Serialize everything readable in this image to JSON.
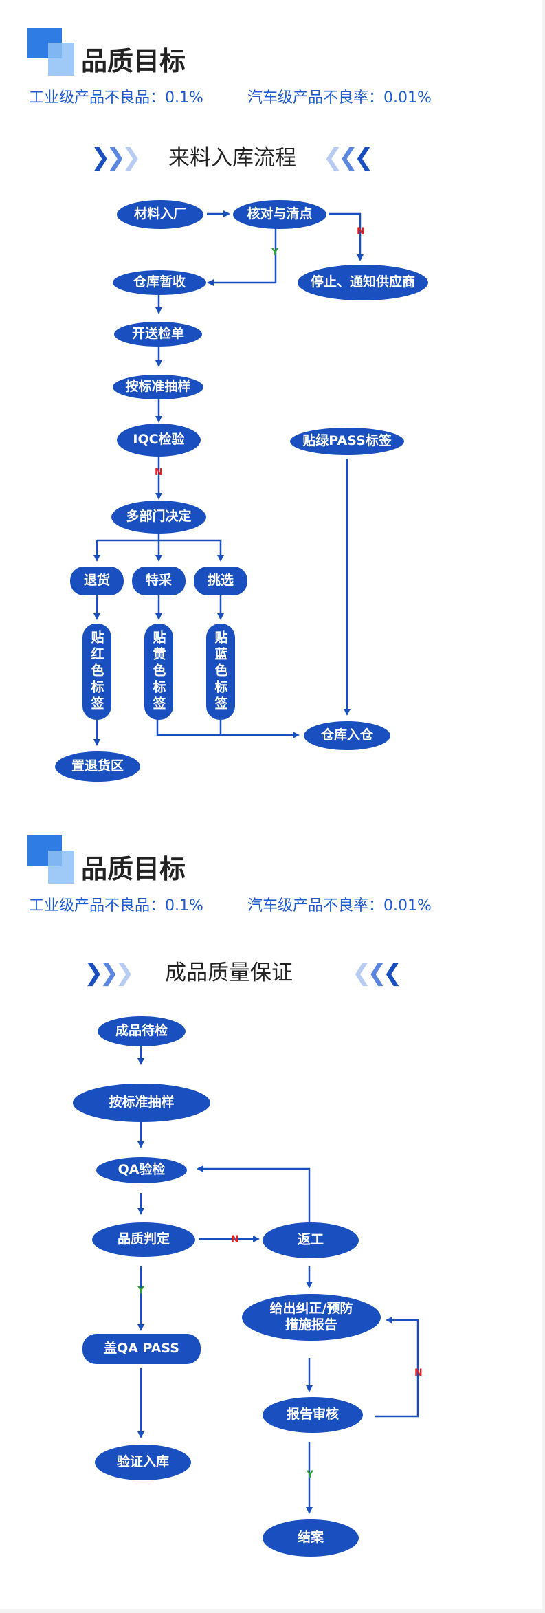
{
  "colors": {
    "node": "#1a4fc0",
    "line": "#1a4fc0",
    "yes": "#2e9e33",
    "no": "#e02020",
    "title_square": "#2f7de4",
    "title_square_light": "#8ec0f5",
    "subtitle_text": "#1f5bd0"
  },
  "section1": {
    "title": "品质目标",
    "target_industrial": "工业级产品不良品：0.1%",
    "target_auto": "汽车级产品不良率：0.01%",
    "flow_title": "来料入库流程",
    "chevrons_left": "❯❯❯",
    "chevrons_right": "❮❮❮",
    "nodes": {
      "material_in": "材料入厂",
      "check_count": "核对与清点",
      "stop_notify": "停止、通知供应商",
      "warehouse_temp": "仓库暂收",
      "send_inspection": "开送检单",
      "sampling": "按标准抽样",
      "iqc": "IQC检验",
      "green_label": "贴绿PASS标签",
      "multi_dept": "多部门决定",
      "return": "退货",
      "special": "特采",
      "select": "挑选",
      "red_label": "贴红色标签",
      "yellow_label": "贴黄色标签",
      "blue_label": "贴蓝色标签",
      "return_area": "置退货区",
      "warehouse_in": "仓库入仓"
    },
    "labels": {
      "yes": "Y",
      "no_check": "N",
      "no_iqc": "N"
    }
  },
  "section2": {
    "title": "品质目标",
    "target_industrial": "工业级产品不良品：0.1%",
    "target_auto": "汽车级产品不良率：0.01%",
    "flow_title": "成品质量保证",
    "chevrons_left": "❯❯❯",
    "chevrons_right": "❮❮❮",
    "nodes": {
      "pending": "成品待检",
      "sampling": "按标准抽样",
      "qa": "QA验检",
      "judge": "品质判定",
      "rework": "返工",
      "report_line1": "给出纠正/预防",
      "report_line2": "措施报告",
      "stamp": "盖QA PASS",
      "review": "报告审核",
      "verify": "验证入库",
      "close": "结案"
    },
    "labels": {
      "no_judge": "N",
      "yes_judge": "Y",
      "no_review": "N",
      "yes_review": "Y"
    }
  }
}
